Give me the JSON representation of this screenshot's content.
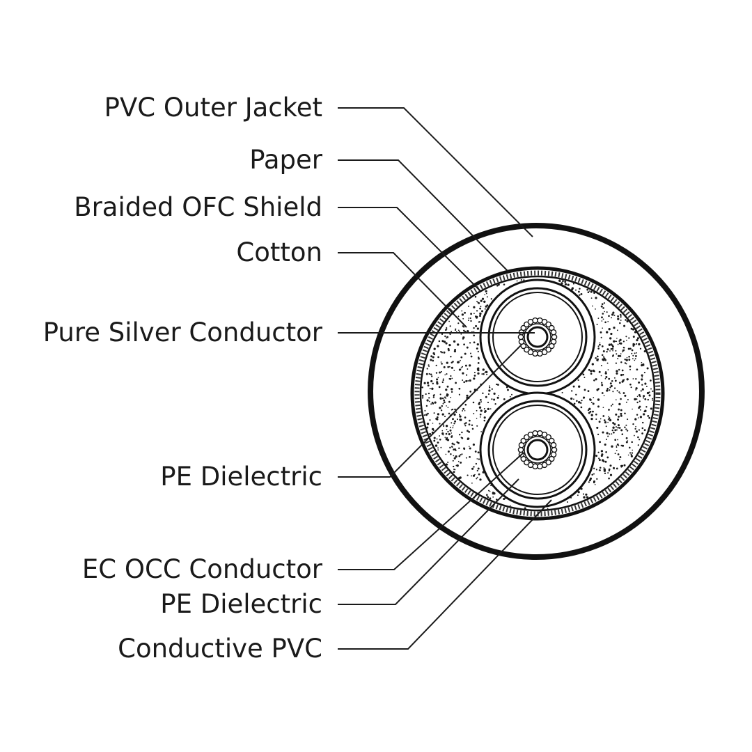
{
  "diagram": {
    "labels": [
      "PVC Outer Jacket",
      "Paper",
      "Braided OFC Shield",
      "Cotton",
      "Pure Silver Conductor",
      "PE Dielectric",
      "EC OCC Conductor",
      "PE Dielectric",
      "Conductive PVC"
    ]
  }
}
